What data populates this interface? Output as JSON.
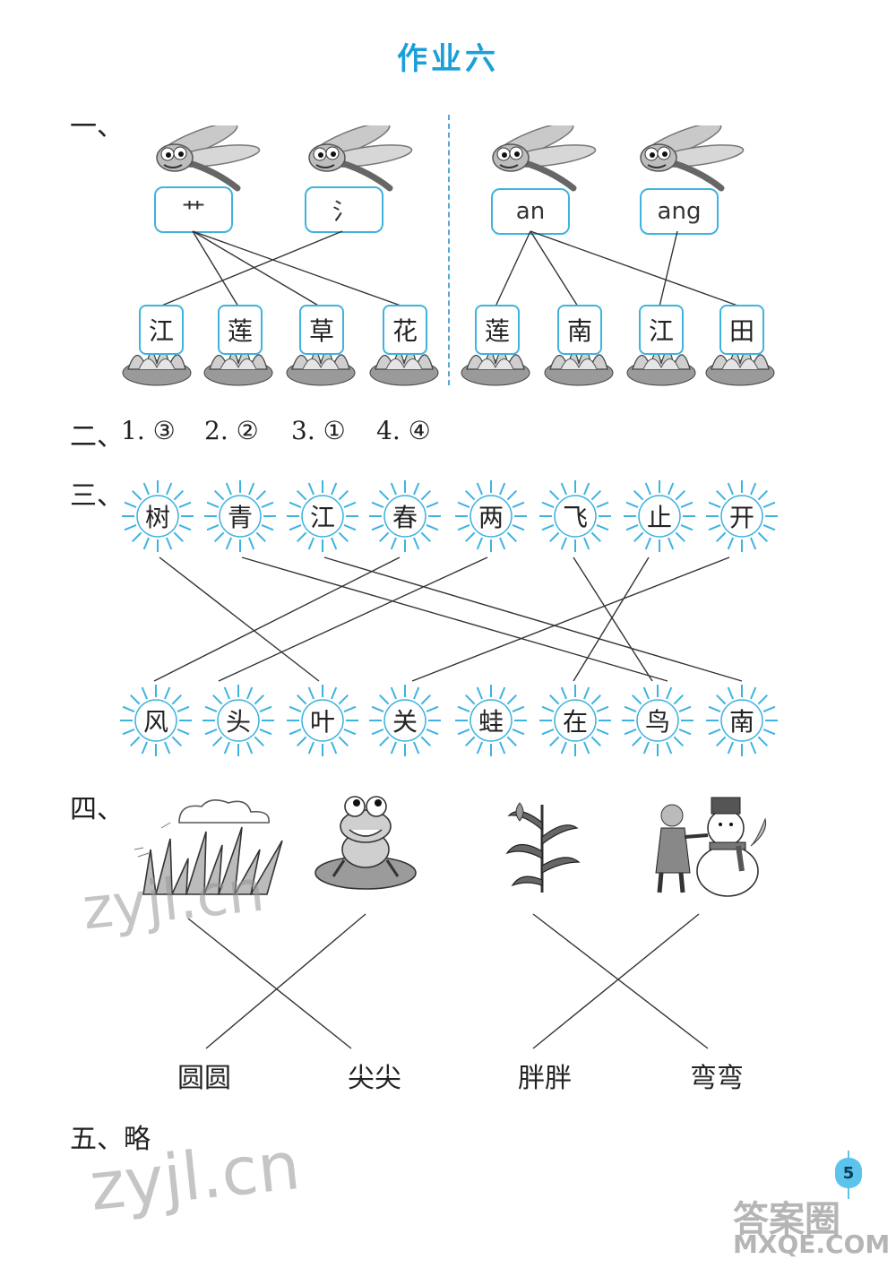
{
  "title": "作业六",
  "section1": {
    "label": "一、",
    "radicals": [
      "艹",
      "氵",
      "an",
      "ang"
    ],
    "chars_left": [
      "江",
      "莲",
      "草",
      "花"
    ],
    "chars_right": [
      "莲",
      "南",
      "江",
      "田"
    ]
  },
  "section2": {
    "label": "二、",
    "answers": [
      "1. ③",
      "2. ②",
      "3. ①",
      "4. ④"
    ]
  },
  "section3": {
    "label": "三、",
    "top": [
      "树",
      "青",
      "江",
      "春",
      "两",
      "飞",
      "止",
      "开"
    ],
    "bottom": [
      "风",
      "头",
      "叶",
      "关",
      "蛙",
      "在",
      "鸟",
      "南"
    ]
  },
  "section4": {
    "label": "四、",
    "pictures": [
      "grass-cloud-picture",
      "frog-on-lily-pad-picture",
      "corn-plant-picture",
      "snowman-picture"
    ],
    "words": [
      "圆圆",
      "尖尖",
      "胖胖",
      "弯弯"
    ]
  },
  "section5": {
    "label": "五、略"
  },
  "page_number": "5",
  "watermarks": {
    "zyjl": "zyjl.cn",
    "mxqe": "MXQE.COM",
    "daan": "答案圈"
  },
  "colors": {
    "accent": "#1a9fd8",
    "box_border": "#3fb3df",
    "sun_ray": "#3fb3df"
  }
}
